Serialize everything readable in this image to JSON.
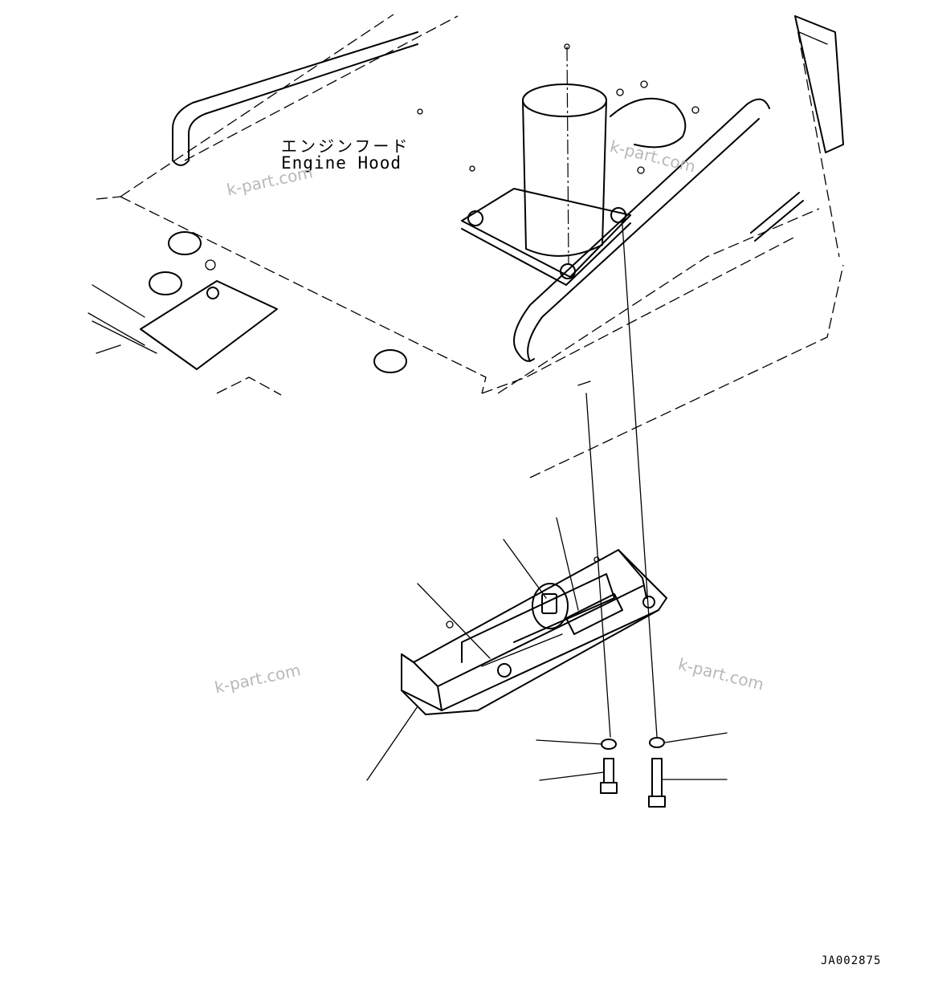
{
  "labels": {
    "part_name_jp": "エンジンフード",
    "part_name_en": "Engine Hood",
    "drawing_code": "JA002875"
  },
  "watermarks": [
    "k-part.com",
    "k-part.com",
    "k-part.com",
    "k-part.com"
  ],
  "icons": {
    "hood": "engine-hood-outline",
    "tray": "battery-tray-icon",
    "washer": "washer-icon",
    "bolt": "bolt-icon"
  }
}
